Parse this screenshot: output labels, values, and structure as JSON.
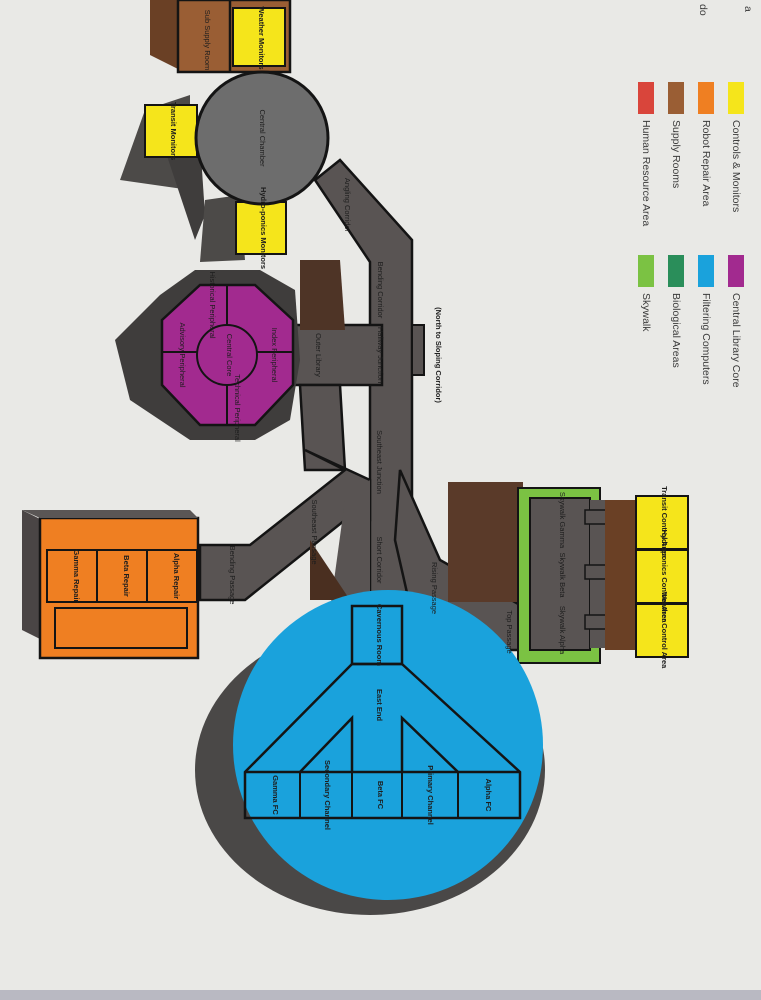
{
  "colors": {
    "controls": "#f5e51b",
    "robot_repair": "#ef7f22",
    "supply": "#9a5e34",
    "human_resource": "#d9453b",
    "library": "#a22a8f",
    "filtering": "#1aa2dc",
    "biological": "#2a8e5a",
    "skywalk": "#7bc243",
    "corridor": "#595453",
    "chamber": "#6d6d6d"
  },
  "legend": [
    {
      "label": "Controls & Monitors",
      "color": "#f5e51b"
    },
    {
      "label": "Robot Repair Area",
      "color": "#ef7f22"
    },
    {
      "label": "Supply Rooms",
      "color": "#9a5e34"
    },
    {
      "label": "Human Resource Area",
      "color": "#d9453b"
    },
    {
      "label": "Central Library Core",
      "color": "#a22a8f"
    },
    {
      "label": "Filtering Computers",
      "color": "#1aa2dc"
    },
    {
      "label": "Biological Areas",
      "color": "#2a8e5a"
    },
    {
      "label": "Skywalk",
      "color": "#7bc243"
    }
  ],
  "labels": {
    "weather_monitors": "Weather Monitors",
    "sub_supply_room": "Sub Supply Room",
    "central_chamber": "Central Chamber",
    "transit_monitors": "Transit Monitors",
    "angling_corridor": "Angling Corridor",
    "hydroponics_monitors": "Hydro-ponics Monitors",
    "bending_corridor": "Bending Corridor",
    "hallway_junction": "Hallway Junction",
    "north_to_sloping": "(North to Sloping Corridor)",
    "outer_library": "Outer Library",
    "historical_peripheral": "Historical Peripheral",
    "index_peripheral": "Index Peripheral",
    "central_core": "Central Core",
    "advisory_peripheral": "Advisory Peripheral",
    "technical_peripheral": "Technical Peripheral",
    "southeast_junction": "Southeast Junction",
    "southeast_passage": "Southeast Passage",
    "short_corridor": "Short Corridor",
    "rising_passage": "Rising Passage",
    "bending_passage": "Bending Passage",
    "alpha_repair": "Alpha Repair",
    "beta_repair": "Beta Repair",
    "gamma_repair": "Gamma Repair",
    "skywalk_gamma": "Skywalk Gamma",
    "skywalk_beta": "Skywalk Beta",
    "skywalk_alpha": "Skywalk Alpha",
    "transit_control_area": "Transit Control Area",
    "hydroponics_control_area": "Hydroponics Control Area",
    "weather_control_area": "Weather Control Area",
    "top_passage": "Top Passage",
    "cavernous_room": "Cavernous Room",
    "east_end": "East End",
    "alpha_fc": "Alpha FC",
    "primary_channel": "Primary Channel",
    "beta_fc": "Beta FC",
    "secondary_channel": "Secondary Channel",
    "gamma_fc": "Gamma FC"
  },
  "edge_text": {
    "a": "a",
    "do": "do"
  }
}
